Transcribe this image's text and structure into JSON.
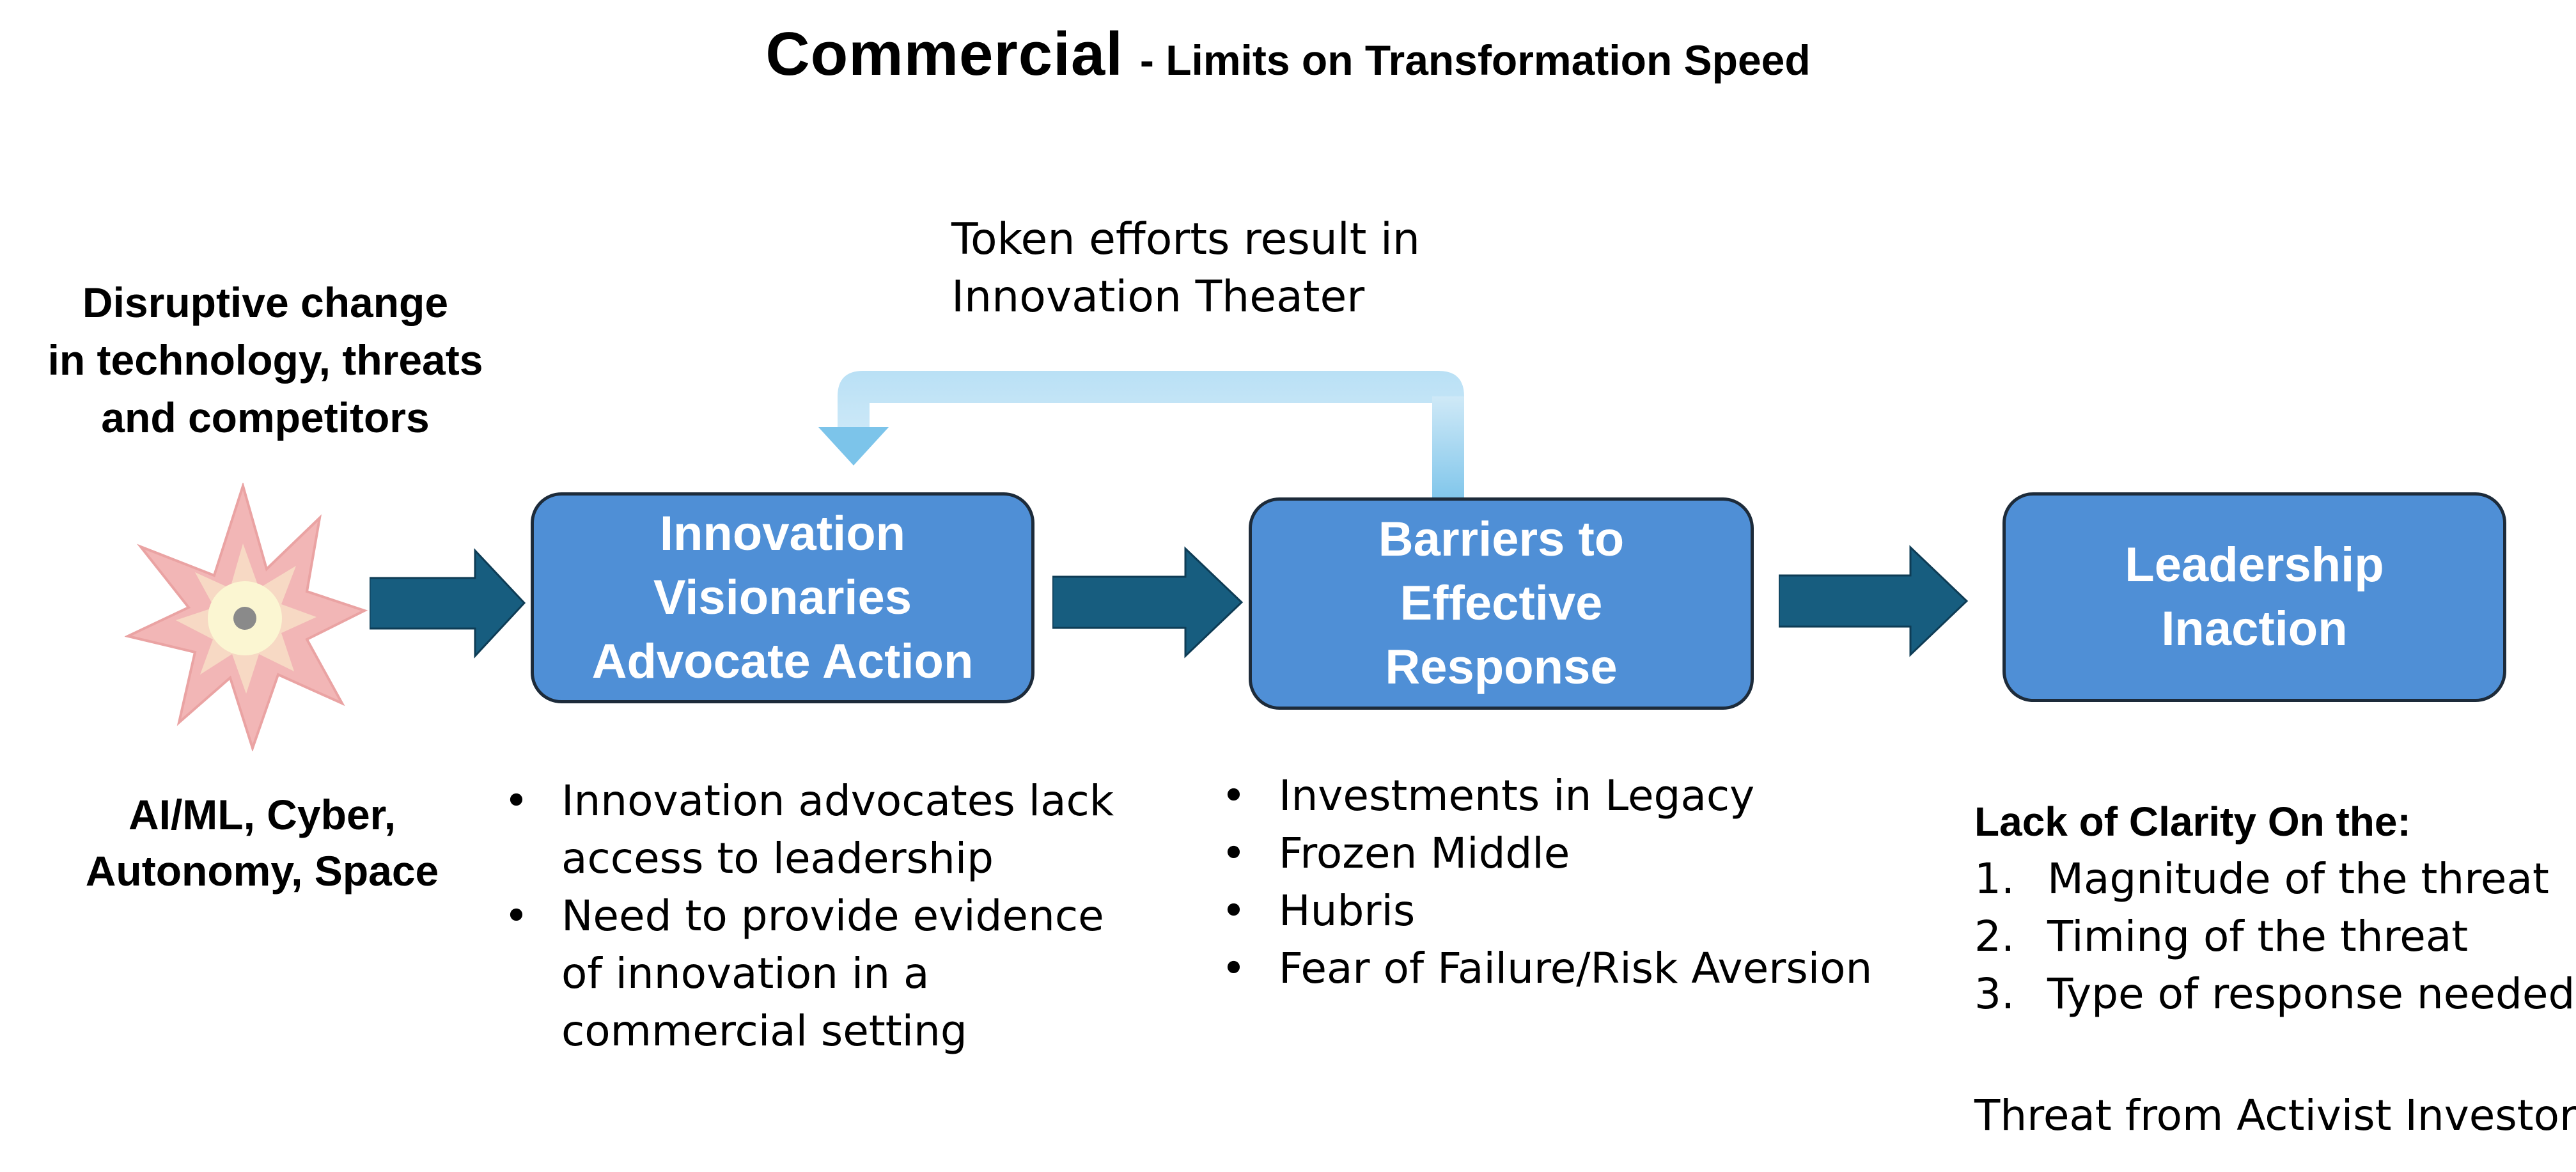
{
  "title": {
    "main": "Commercial",
    "sub": "- Limits on Transformation Speed"
  },
  "trigger": {
    "lines": [
      "Disruptive change",
      "in technology, threats",
      "and competitors"
    ],
    "icon": "explosion-icon"
  },
  "technologies": {
    "lines": [
      "AI/ML, Cyber,",
      "Autonomy, Space"
    ]
  },
  "feedback": {
    "lines": [
      "Token efforts result in",
      "Innovation Theater"
    ]
  },
  "boxes": {
    "innovation": {
      "lines": [
        "Innovation",
        "Visionaries",
        "Advocate Action"
      ]
    },
    "barriers": {
      "lines": [
        "Barriers to",
        "Effective",
        "Response"
      ]
    },
    "leadership": {
      "lines": [
        "Leadership",
        "Inaction"
      ]
    }
  },
  "innovation_bullets": [
    {
      "lines": [
        "Innovation advocates lack",
        "access to leadership"
      ]
    },
    {
      "lines": [
        "Need to provide evidence",
        "of innovation in a",
        "commercial setting"
      ]
    }
  ],
  "barrier_bullets": [
    "Investments in Legacy",
    "Frozen Middle",
    "Hubris",
    "Fear of Failure/Risk Aversion"
  ],
  "leadership_notes": {
    "heading": "Lack of Clarity On the:",
    "items": [
      {
        "num": "1.",
        "text": "Magnitude of the threat"
      },
      {
        "num": "2.",
        "text": "Timing of the threat"
      },
      {
        "num": "3.",
        "text": "Type of response needed"
      }
    ],
    "extra": "Threat from Activist Investors"
  },
  "colors": {
    "box_fill": "#4f8fd6",
    "box_border": "#1d2b3a",
    "arrow_fill": "#175d7f",
    "feedback_arrow": "#9fd3ef",
    "explosion_outer": "#f2b6b6",
    "explosion_inner": "#fbf6d2"
  }
}
